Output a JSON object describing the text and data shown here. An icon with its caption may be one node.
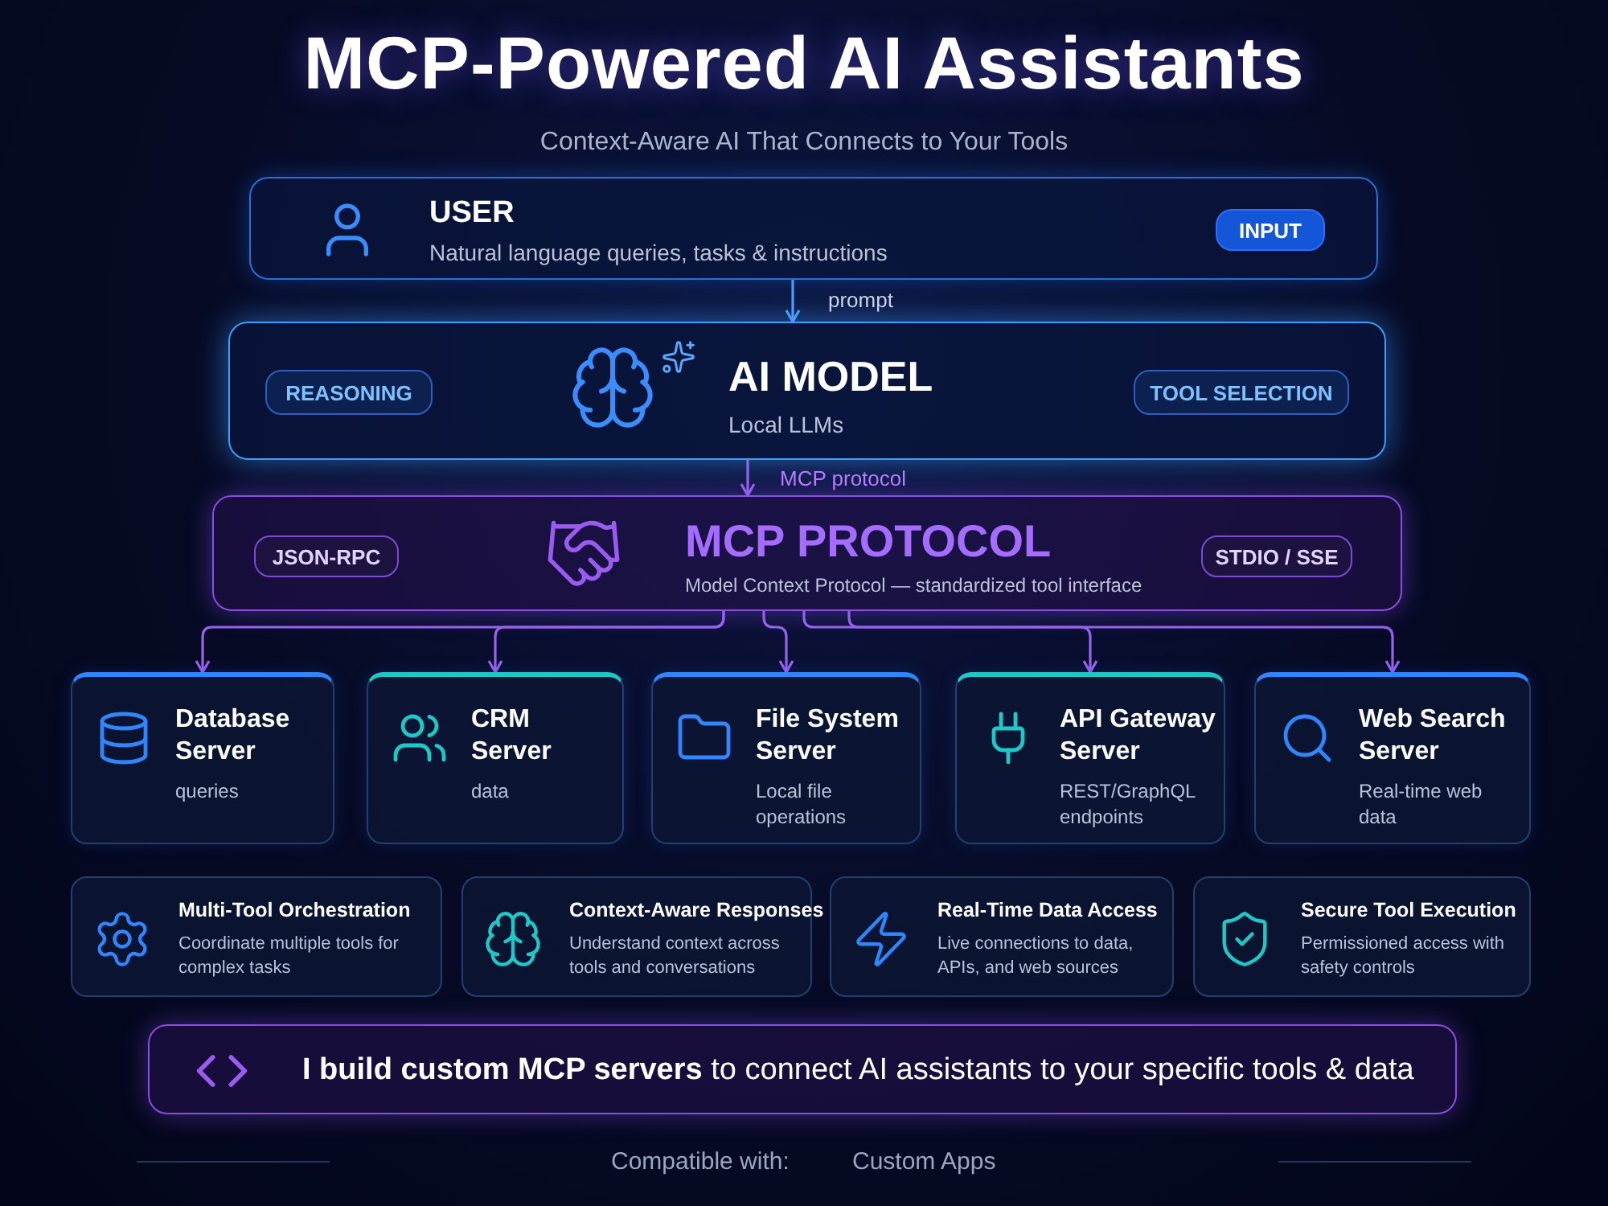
{
  "diagram": {
    "title": "MCP-Powered AI Assistants",
    "nodes": [
      {
        "text": [
          "USER",
          "Natural language queries, tasks & instructions"
        ]
      },
      {
        "text": [
          "INPUT"
        ],
        "in": 0
      },
      {
        "text": [
          "AI MODEL",
          "Local LLMs"
        ]
      },
      {
        "text": [
          "REASONING"
        ],
        "in": 2
      },
      {
        "text": [
          "TOOL SELECTION"
        ],
        "in": 2
      },
      {
        "text": [
          "MCP PROTOCOL",
          "Model Context Protocol — standardized tool interface"
        ]
      },
      {
        "text": [
          "JSON-RPC"
        ],
        "in": 5
      },
      {
        "text": [
          "STDIO / SSE"
        ],
        "in": 5
      },
      {
        "text": [
          "Database Server",
          "queries"
        ]
      },
      {
        "text": [
          "CRM Server",
          "data"
        ]
      },
      {
        "text": [
          "File System Server",
          "Local file operations"
        ]
      },
      {
        "text": [
          "API Gateway Server",
          "REST/GraphQL endpoints"
        ]
      },
      {
        "text": [
          "Web Search Server",
          "Real-time web data"
        ]
      },
      {
        "text": [
          "Multi-Tool Orchestration",
          "Coordinate multiple tools for complex tasks"
        ]
      },
      {
        "text": [
          "Context-Aware Responses",
          "Understand context across tools and conversations"
        ]
      },
      {
        "text": [
          "Real-Time Data Access",
          "Live connections to data, APIs, and web sources"
        ]
      },
      {
        "text": [
          "Secure Tool Execution",
          "Permissioned access with safety controls"
        ]
      },
      {
        "text": [
          "**I build custom MCP servers** to connect AI assistants to your specific tools & data"
        ]
      }
    ],
    "edges": [
      {
        "from": 0,
        "to": 2,
        "arrow": "to",
        "label": "prompt",
        "color": "#4da3ff"
      },
      {
        "from": 2,
        "to": 5,
        "arrow": "to",
        "label": "MCP protocol"
      },
      {
        "from": 5,
        "to": 8,
        "arrow": "to"
      },
      {
        "from": 5,
        "to": 9,
        "arrow": "to"
      },
      {
        "from": 5,
        "to": 10,
        "arrow": "to"
      },
      {
        "from": 5,
        "to": 11,
        "arrow": "to"
      },
      {
        "from": 5,
        "to": 12,
        "arrow": "to"
      }
    ],
    "labels": [
      "Context-Aware AI That Connects to Your Tools",
      "Compatible with:",
      "Custom Apps"
    ]
  }
}
